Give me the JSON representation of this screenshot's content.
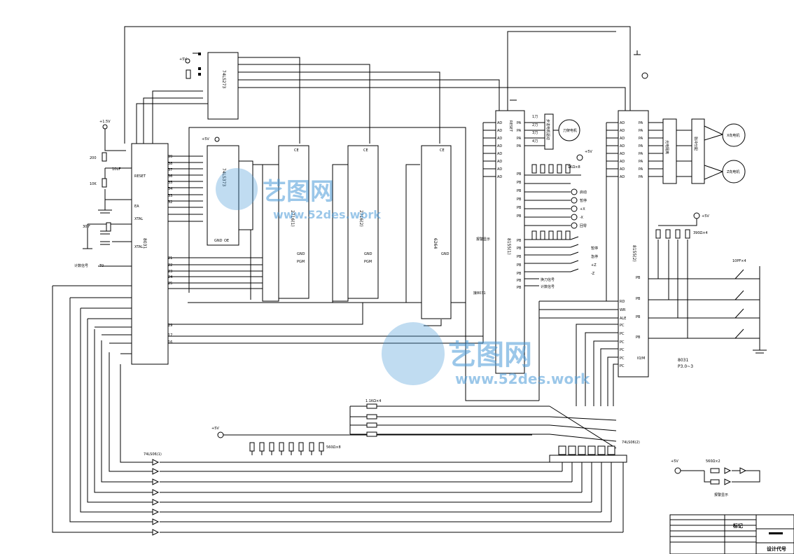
{
  "chips": {
    "u8031": {
      "label": "8031"
    },
    "u74ls373": {
      "label": "74LS373",
      "pin_oe": "OE",
      "pin_gnd": "GND"
    },
    "u74ls273": {
      "label": "74LS273"
    },
    "u2716_1": {
      "label": "2716(1)"
    },
    "u2716_2": {
      "label": "2716(2)"
    },
    "u6264": {
      "label": "6264"
    },
    "u8155_1": {
      "label": "8155(1)"
    },
    "u8155_2": {
      "label": "8155(2)"
    }
  },
  "pins": {
    "reset": "RESET",
    "xtal1": "XTAL",
    "xtal2": "XTAL",
    "ea": "EA",
    "pa": "PA",
    "pb": "PB",
    "pc": "PC",
    "ad": "AD",
    "ce": "CE",
    "wr": "WR",
    "rd": "RD",
    "ale": "ALE",
    "io_m": "IO/M",
    "pgm": "PGM",
    "gnd": "GND",
    "vcc": "+5V"
  },
  "components": {
    "power_5v": "+5V",
    "power_15v": "+1.5V",
    "crystal_cap": "30 F",
    "reset_cap": "10uF",
    "r200": "200",
    "r10k": "10K",
    "r1k_x4": "1.1KΩ×4",
    "r1k_x8": "1KΩ×8",
    "r560_x8": "560Ω×8",
    "r390_x4": "390Ω×4",
    "r560_x2": "560Ω×2",
    "cap_x4": "10PF×4",
    "u74ls06_left": "74LS06(1)",
    "u74ls06_right": "74LS06(2)",
    "motor_spindle": "刀架电机",
    "motor_x": "X向电机",
    "motor_z": "Z向电机",
    "stepper_driver": "步进电机驱动",
    "opto_isolator": "光电隔离",
    "pulse_dist": "脉冲分配",
    "ann_8031": "8031",
    "ann_8031_sub": "P3.0~3",
    "count_signal": "计数信号",
    "alarm_display": "报警显示",
    "feed_signal": "换刀信号",
    "to_8031": "接8031",
    "flag_t0": "T0"
  },
  "switch_labels": [
    "启动",
    "暂停",
    "急停",
    "回零",
    "+X",
    "-X",
    "+Z",
    "-Z"
  ],
  "pa_labels": [
    "1刀",
    "2刀",
    "3刀",
    "4刀"
  ],
  "title_block": {
    "mark": "标记",
    "label": "设计代号"
  }
}
